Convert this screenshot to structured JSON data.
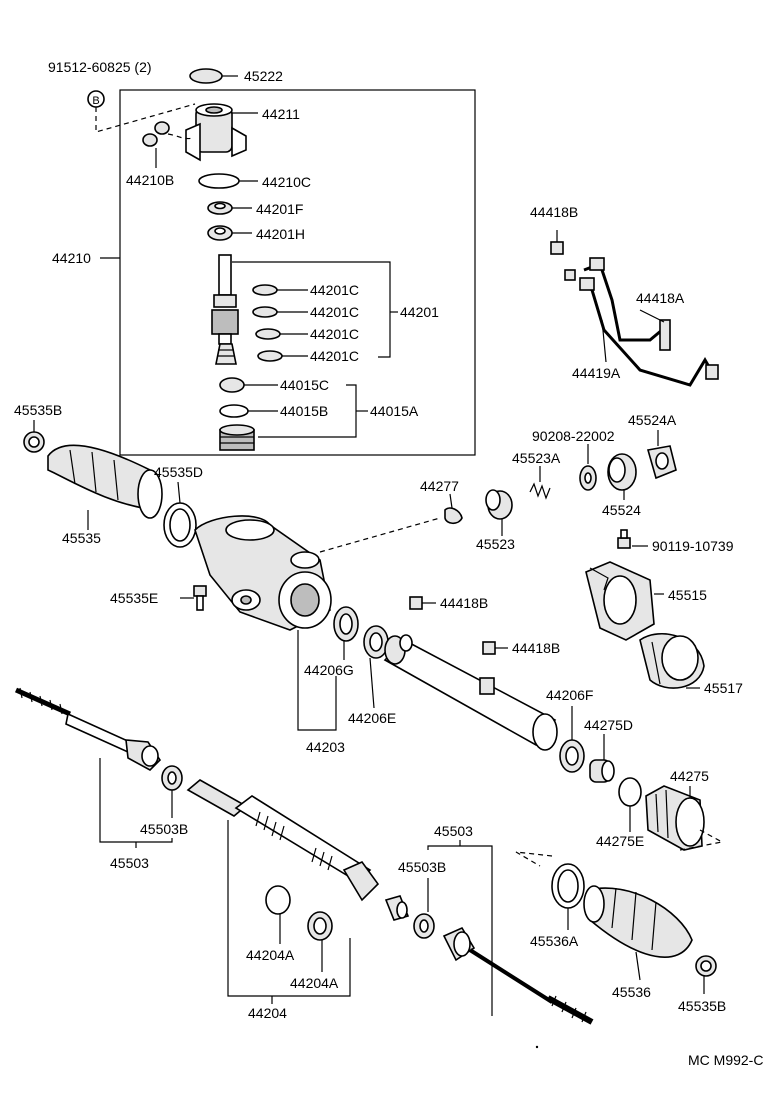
{
  "labels": {
    "p_91512": "91512-60825 (2)",
    "p_45222": "45222",
    "p_44211": "44211",
    "p_44210B": "44210B",
    "p_44210C": "44210C",
    "p_44201F": "44201F",
    "p_44201H": "44201H",
    "p_44210": "44210",
    "p_44201C_1": "44201C",
    "p_44201C_2": "44201C",
    "p_44201C_3": "44201C",
    "p_44201C_4": "44201C",
    "p_44201": "44201",
    "p_44015C": "44015C",
    "p_44015B": "44015B",
    "p_44015A": "44015A",
    "p_44418B_1": "44418B",
    "p_44418A": "44418A",
    "p_44419A": "44419A",
    "p_45535B_1": "45535B",
    "p_45535D": "45535D",
    "p_45535": "45535",
    "p_44277": "44277",
    "p_45523": "45523",
    "p_90208": "90208-22002",
    "p_45523A": "45523A",
    "p_45524A": "45524A",
    "p_45524": "45524",
    "p_90119": "90119-10739",
    "p_45515": "45515",
    "p_45535E": "45535E",
    "p_44418B_2": "44418B",
    "p_44418B_3": "44418B",
    "p_45517": "45517",
    "p_44206G": "44206G",
    "p_44206E": "44206E",
    "p_44203": "44203",
    "p_44206F": "44206F",
    "p_44275D": "44275D",
    "p_44275": "44275",
    "p_44275E": "44275E",
    "p_45503B_1": "45503B",
    "p_45503_1": "45503",
    "p_45503_2": "45503",
    "p_45503B_2": "45503B",
    "p_44204A_1": "44204A",
    "p_44204A_2": "44204A",
    "p_44204": "44204",
    "p_45536A": "45536A",
    "p_45536": "45536",
    "p_45535B_2": "45535B",
    "marker_b": "B",
    "fig_id": "MC M992-C"
  }
}
